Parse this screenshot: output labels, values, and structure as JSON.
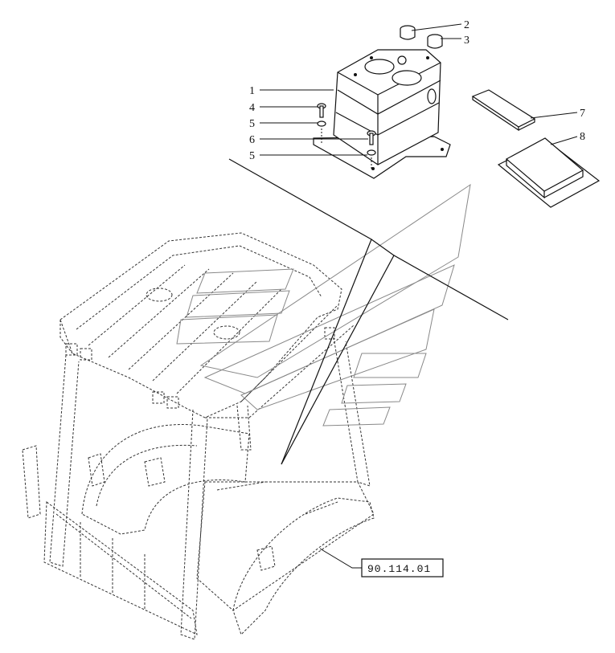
{
  "callouts": [
    {
      "id": "c2",
      "label": "2"
    },
    {
      "id": "c3",
      "label": "3"
    },
    {
      "id": "c1",
      "label": "1"
    },
    {
      "id": "c4",
      "label": "4"
    },
    {
      "id": "c5a",
      "label": "5"
    },
    {
      "id": "c6",
      "label": "6"
    },
    {
      "id": "c5b",
      "label": "5"
    },
    {
      "id": "c7",
      "label": "7"
    },
    {
      "id": "c8",
      "label": "8"
    }
  ],
  "reference": {
    "label": "90.114.01"
  }
}
